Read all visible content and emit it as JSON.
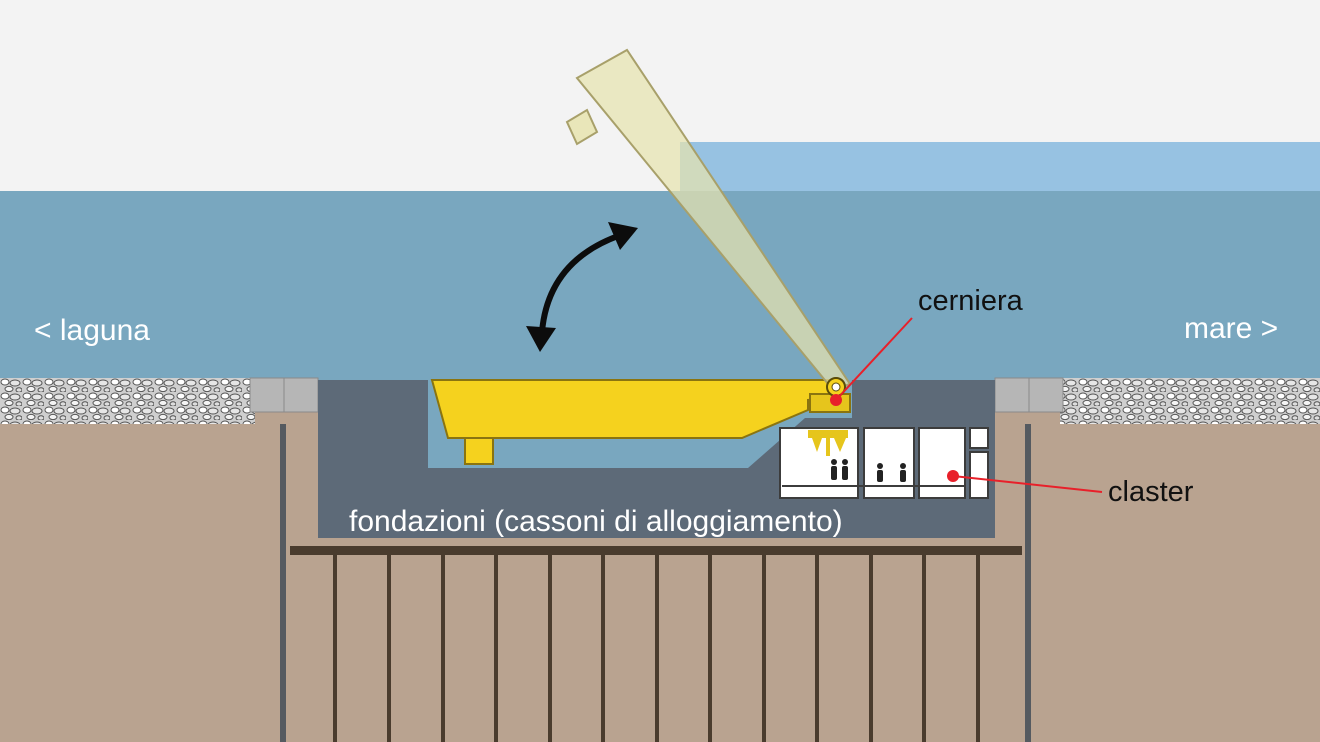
{
  "labels": {
    "laguna": "< laguna",
    "mare": "mare >",
    "cerniera": "cerniera",
    "claster": "claster",
    "fondazioni": "fondazioni (cassoni di alloggiamento)"
  },
  "colors": {
    "sky": "#f3f3f3",
    "sea_water": "#97c2e2",
    "lagoon_water": "#79a7bf",
    "soil": "#b9a390",
    "foundation": "#5d6a78",
    "gate_yellow": "#f5d21e",
    "gate_raised": "#e6e3ae",
    "marker_red": "#e8202a",
    "piles": "#4a3c2e"
  }
}
